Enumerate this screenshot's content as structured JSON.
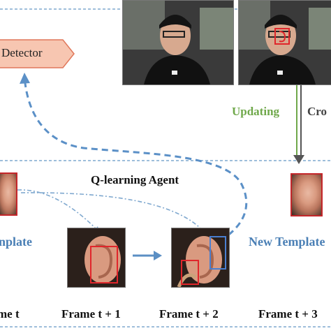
{
  "detector": {
    "label": "Detector"
  },
  "agent": {
    "label": "Q-learning Agent"
  },
  "labels": {
    "template": "nplate",
    "new_template": "New Template",
    "updating": "Updating",
    "cropping": "Cro"
  },
  "frames": {
    "f0": "me t",
    "f1": "Frame t + 1",
    "f2": "Frame t + 2",
    "f3": "Frame t + 3"
  },
  "colors": {
    "detector_fill": "#f7c6b1",
    "detector_stroke": "#e0775a",
    "dashed_blue": "#5b90c7",
    "solid_arrow_blue": "#5b8fc4",
    "updating_green": "#6fa84a",
    "dashdot_line": "#7fa8cf",
    "box_red": "#e0262b",
    "box_blue": "#4a7fd0",
    "frame_gray": "#555555"
  },
  "icons": [
    "person-driving-photo",
    "ear-crop-photo"
  ]
}
